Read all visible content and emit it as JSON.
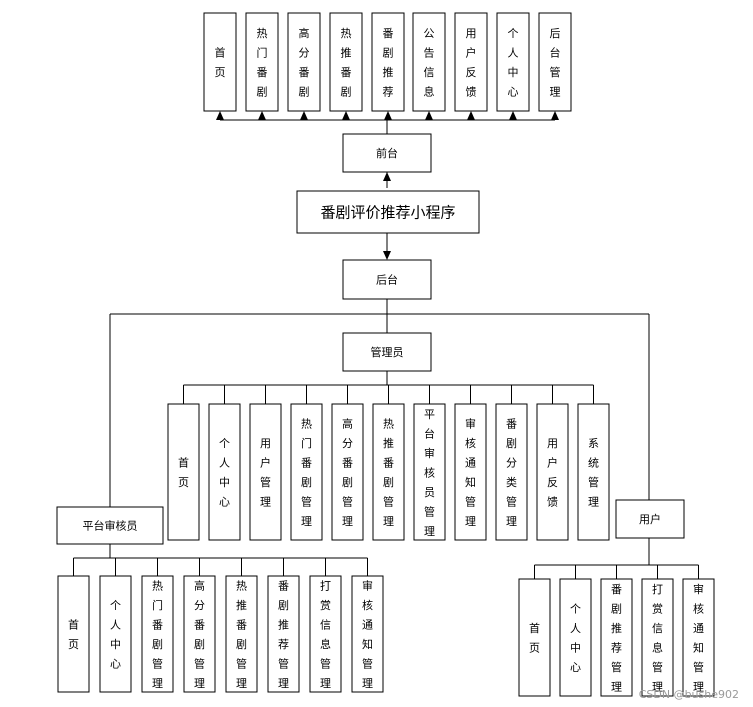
{
  "root": {
    "label": "番剧评价推荐小程序"
  },
  "frontend": {
    "label": "前台",
    "items": [
      "首页",
      "热门番剧",
      "高分番剧",
      "热推番剧",
      "番剧推荐",
      "公告信息",
      "用户反馈",
      "个人中心",
      "后台管理"
    ]
  },
  "backend": {
    "label": "后台"
  },
  "admin": {
    "label": "管理员",
    "items": [
      "首页",
      "个人中心",
      "用户管理",
      "热门番剧管理",
      "高分番剧管理",
      "热推番剧管理",
      "平台审核员管理",
      "审核通知管理",
      "番剧分类管理",
      "用户反馈",
      "系统管理"
    ]
  },
  "auditor": {
    "label": "平台审核员",
    "items": [
      "首页",
      "个人中心",
      "热门番剧管理",
      "高分番剧管理",
      "热推番剧管理",
      "番剧推荐管理",
      "打赏信息管理",
      "审核通知管理"
    ]
  },
  "user": {
    "label": "用户",
    "items": [
      "首页",
      "个人中心",
      "番剧推荐管理",
      "打赏信息管理",
      "审核通知管理"
    ]
  },
  "watermark": "CSDN @bushe902"
}
